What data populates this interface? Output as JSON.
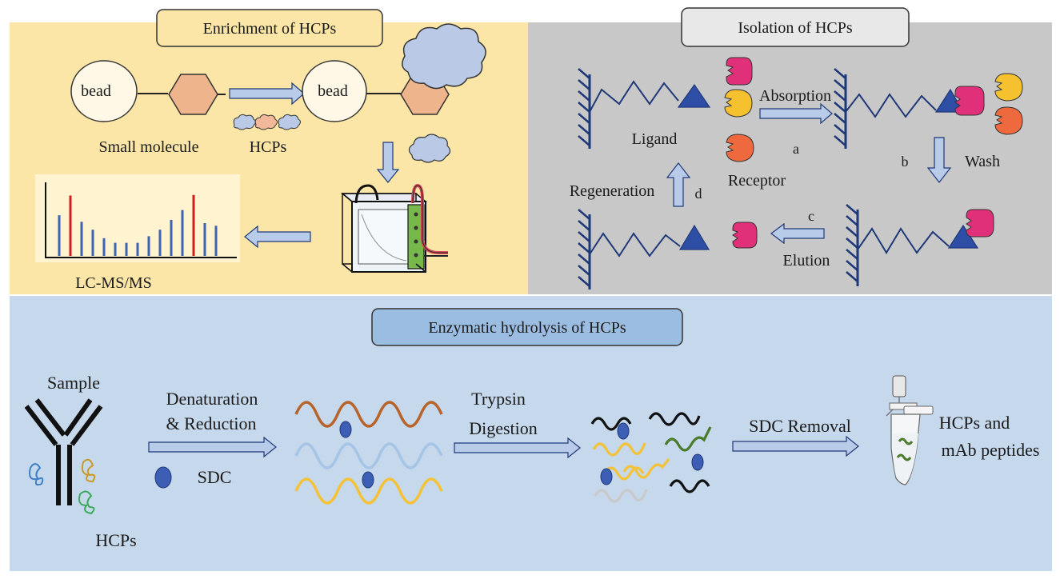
{
  "panels": {
    "enrichment": {
      "title": "Enrichment of HCPs",
      "bead_label": "bead",
      "small_molecule_label": "Small molecule",
      "hcps_label": "HCPs",
      "lcms_label": "LC-MS/MS"
    },
    "isolation": {
      "title": "Isolation of HCPs",
      "ligand_label": "Ligand",
      "receptor_label": "Receptor",
      "absorption_label": "Absorption",
      "wash_label": "Wash",
      "elution_label": "Elution",
      "regeneration_label": "Regeneration",
      "step_a": "a",
      "step_b": "b",
      "step_c": "c",
      "step_d": "d"
    },
    "hydrolysis": {
      "title": "Enzymatic hydrolysis of HCPs",
      "sample_label": "Sample",
      "hcps_label": "HCPs",
      "denaturation_line1": "Denaturation",
      "denaturation_line2": "& Reduction",
      "sdc_label": "SDC",
      "trypsin_line1": "Trypsin",
      "trypsin_line2": "Digestion",
      "sdc_removal_label": "SDC Removal",
      "result_line1": "HCPs and",
      "result_line2": "mAb peptides"
    }
  },
  "colors": {
    "enrichment_bg": "#fbe6a8",
    "isolation_bg": "#c8c8c8",
    "hydrolysis_bg": "#c5d8ec",
    "navy": "#1f3878",
    "arrow_fill": "#b8cbe8",
    "receptor_pink": "#e0307a",
    "receptor_yellow": "#f5c12e",
    "receptor_orange": "#ee6a3e",
    "spectrum_red": "#cc1f1f",
    "spectrum_blue": "#3d62b0",
    "sdc_blue": "#3c5fb5"
  },
  "chart_data": {
    "type": "bar",
    "values": [
      0.62,
      0.92,
      0.52,
      0.4,
      0.27,
      0.2,
      0.2,
      0.2,
      0.3,
      0.4,
      0.55,
      0.7,
      0.93,
      0.5,
      0.46
    ],
    "highlight": [
      1,
      12
    ],
    "title": "",
    "xlabel": "",
    "ylabel": ""
  }
}
